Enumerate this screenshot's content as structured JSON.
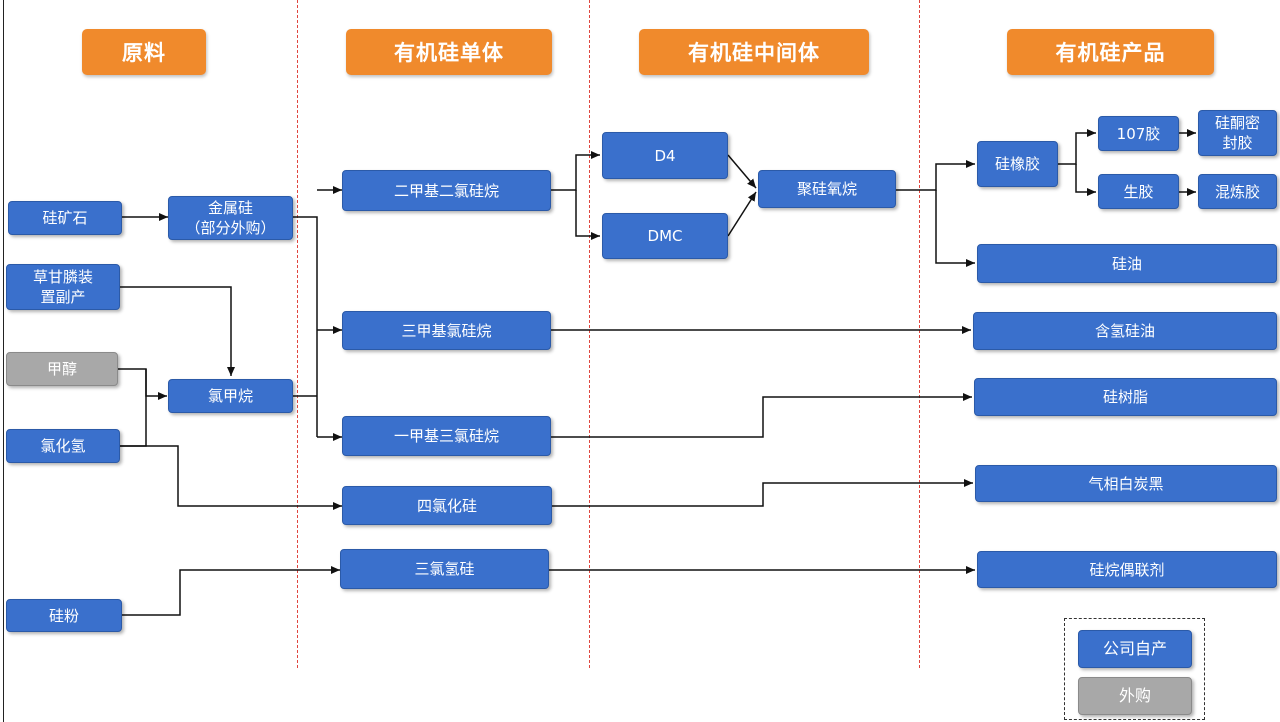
{
  "headers": {
    "raw": "原料",
    "monomer": "有机硅单体",
    "intermediate": "有机硅中间体",
    "product": "有机硅产品"
  },
  "nodes": {
    "silica_ore": "硅矿石",
    "metal_silicon": "金属硅\n（部分外购）",
    "glyphosate": "草甘膦装\n置副产",
    "methanol": "甲醇",
    "chloromethane": "氯甲烷",
    "hcl": "氯化氢",
    "silicon_powder": "硅粉",
    "dmdcs": "二甲基二氯硅烷",
    "tmcs": "三甲基氯硅烷",
    "mtcs": "一甲基三氯硅烷",
    "sicl4": "四氯化硅",
    "tcs": "三氯氢硅",
    "d4": "D4",
    "dmc": "DMC",
    "polysiloxane": "聚硅氧烷",
    "silicone_rubber": "硅橡胶",
    "glue_107": "107胶",
    "raw_rubber": "生胶",
    "sealant": "硅酮密\n封胶",
    "compound_rubber": "混炼胶",
    "silicone_oil": "硅油",
    "hydro_silicone_oil": "含氢硅油",
    "silicone_resin": "硅树脂",
    "fumed_silica": "气相白炭黑",
    "silane_coupling": "硅烷偶联剂"
  },
  "legend": {
    "self": "公司自产",
    "ext": "外购"
  },
  "colors": {
    "header": "#f08a2c",
    "self_produced": "#3a70cc",
    "purchased": "#a8a8a8",
    "divider": "#e0463f"
  }
}
